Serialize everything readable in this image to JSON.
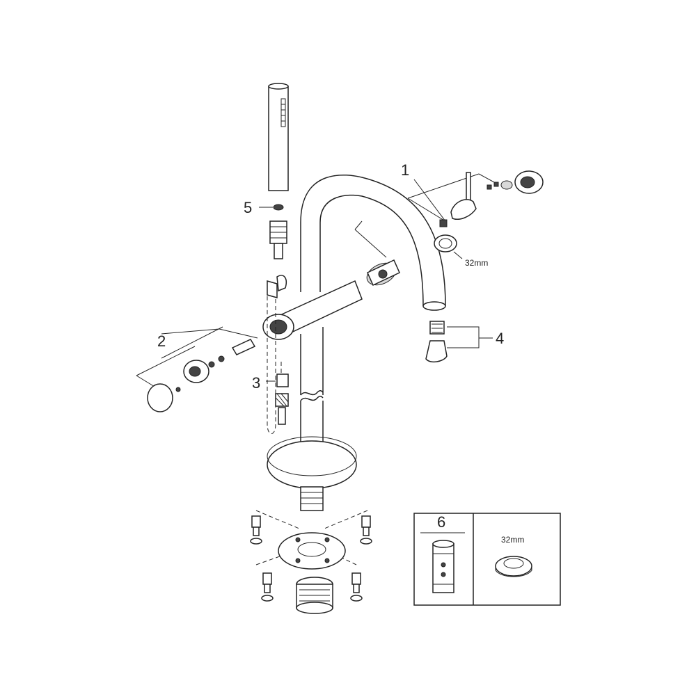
{
  "callouts": {
    "c1": "1",
    "c2": "2",
    "c3": "3",
    "c4": "4",
    "c5": "5",
    "c6": "6"
  },
  "dims": {
    "nut_size": "32mm",
    "inset_size": "32mm"
  }
}
